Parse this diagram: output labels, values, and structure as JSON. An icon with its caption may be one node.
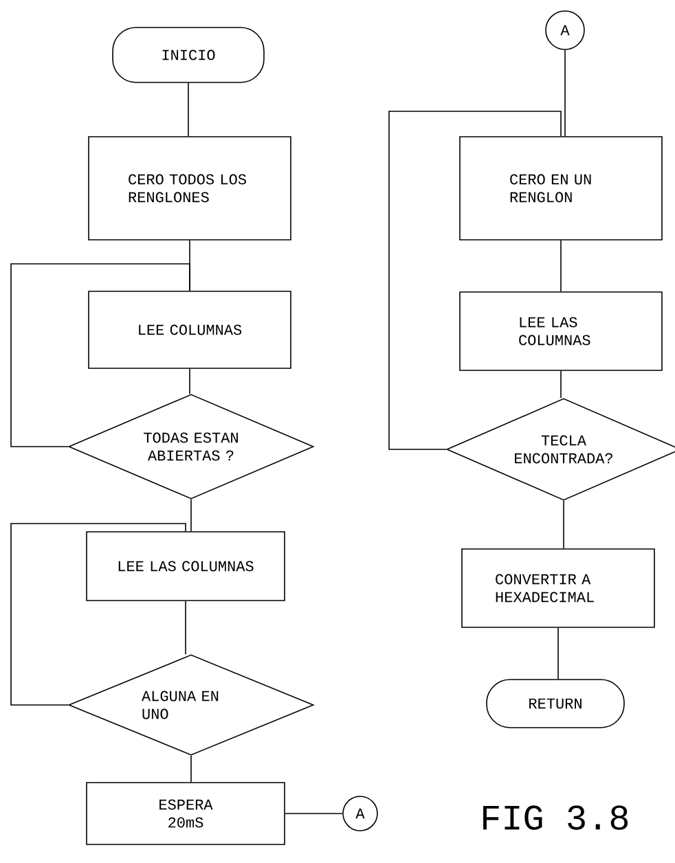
{
  "diagram": {
    "caption": "FIG 3.8",
    "nodes": [
      {
        "text": [
          "INICIO"
        ]
      },
      {
        "text": [
          "CERO TODOS LOS RENGLONES"
        ]
      },
      {
        "text": [
          "LEE COLUMNAS"
        ]
      },
      {
        "text": [
          "TODAS ESTAN ABIERTAS ?"
        ]
      },
      {
        "text": [
          "LEE LAS COLUMNAS"
        ]
      },
      {
        "text": [
          "ALGUNA EN UNO"
        ]
      },
      {
        "text": [
          "ESPERA 20mS"
        ]
      },
      {
        "text": [
          "A"
        ]
      },
      {
        "text": [
          "A"
        ]
      },
      {
        "text": [
          "CERO EN UN RENGLON"
        ]
      },
      {
        "text": [
          "LEE LAS COLUMNAS"
        ]
      },
      {
        "text": [
          "TECLA ENCONTRADA?"
        ]
      },
      {
        "text": [
          "CONVERTIR A HEXADECIMAL"
        ]
      },
      {
        "text": [
          "RETURN"
        ]
      }
    ],
    "edges": [
      {
        "from": 0,
        "to": 1,
        "arrow": "none"
      },
      {
        "from": 1,
        "to": 2,
        "arrow": "none"
      },
      {
        "from": 2,
        "to": 3,
        "arrow": "none"
      },
      {
        "from": 3,
        "to": 2,
        "arrow": "none"
      },
      {
        "from": 3,
        "to": 4,
        "arrow": "none"
      },
      {
        "from": 4,
        "to": 5,
        "arrow": "none"
      },
      {
        "from": 5,
        "to": 4,
        "arrow": "none"
      },
      {
        "from": 5,
        "to": 6,
        "arrow": "none"
      },
      {
        "from": 6,
        "to": 7,
        "arrow": "none"
      },
      {
        "from": 8,
        "to": 9,
        "arrow": "none"
      },
      {
        "from": 9,
        "to": 10,
        "arrow": "none"
      },
      {
        "from": 10,
        "to": 11,
        "arrow": "none"
      },
      {
        "from": 11,
        "to": 9,
        "arrow": "none"
      },
      {
        "from": 11,
        "to": 12,
        "arrow": "none"
      },
      {
        "from": 12,
        "to": 13,
        "arrow": "none"
      }
    ]
  }
}
